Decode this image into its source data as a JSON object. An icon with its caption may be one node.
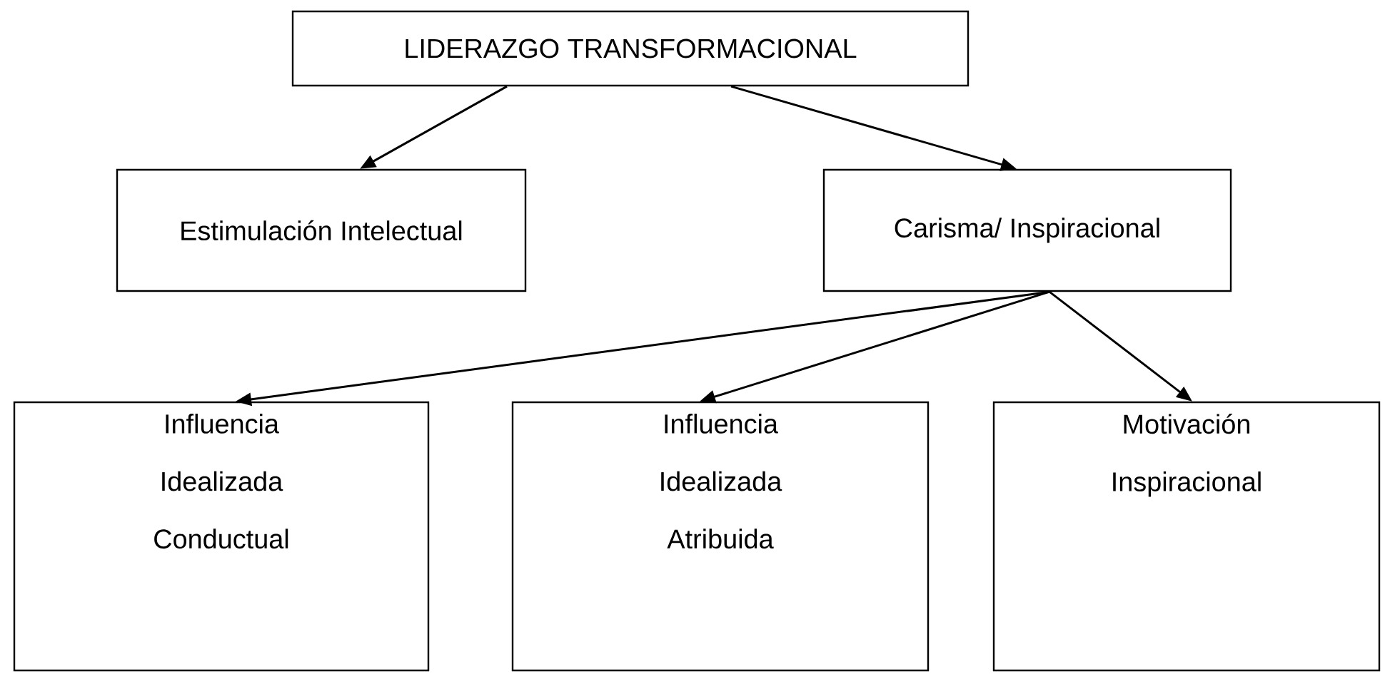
{
  "diagram": {
    "nodes": [
      {
        "text": [
          "LIDERAZGO TRANSFORMACIONAL"
        ]
      },
      {
        "text": [
          "Estimulación Intelectual"
        ]
      },
      {
        "text": [
          "Carisma/ Inspiracional"
        ]
      },
      {
        "text": [
          "Influencia Idealizada Conductual"
        ]
      },
      {
        "text": [
          "Influencia Idealizada Atribuida"
        ]
      },
      {
        "text": [
          "Motivación Inspiracional"
        ]
      }
    ],
    "edges": [
      {
        "from": 0,
        "to": 1,
        "arrow": "to"
      },
      {
        "from": 0,
        "to": 2,
        "arrow": "to"
      },
      {
        "from": 2,
        "to": 3,
        "arrow": "to"
      },
      {
        "from": 2,
        "to": 4,
        "arrow": "to"
      },
      {
        "from": 2,
        "to": 5,
        "arrow": "to"
      }
    ]
  }
}
